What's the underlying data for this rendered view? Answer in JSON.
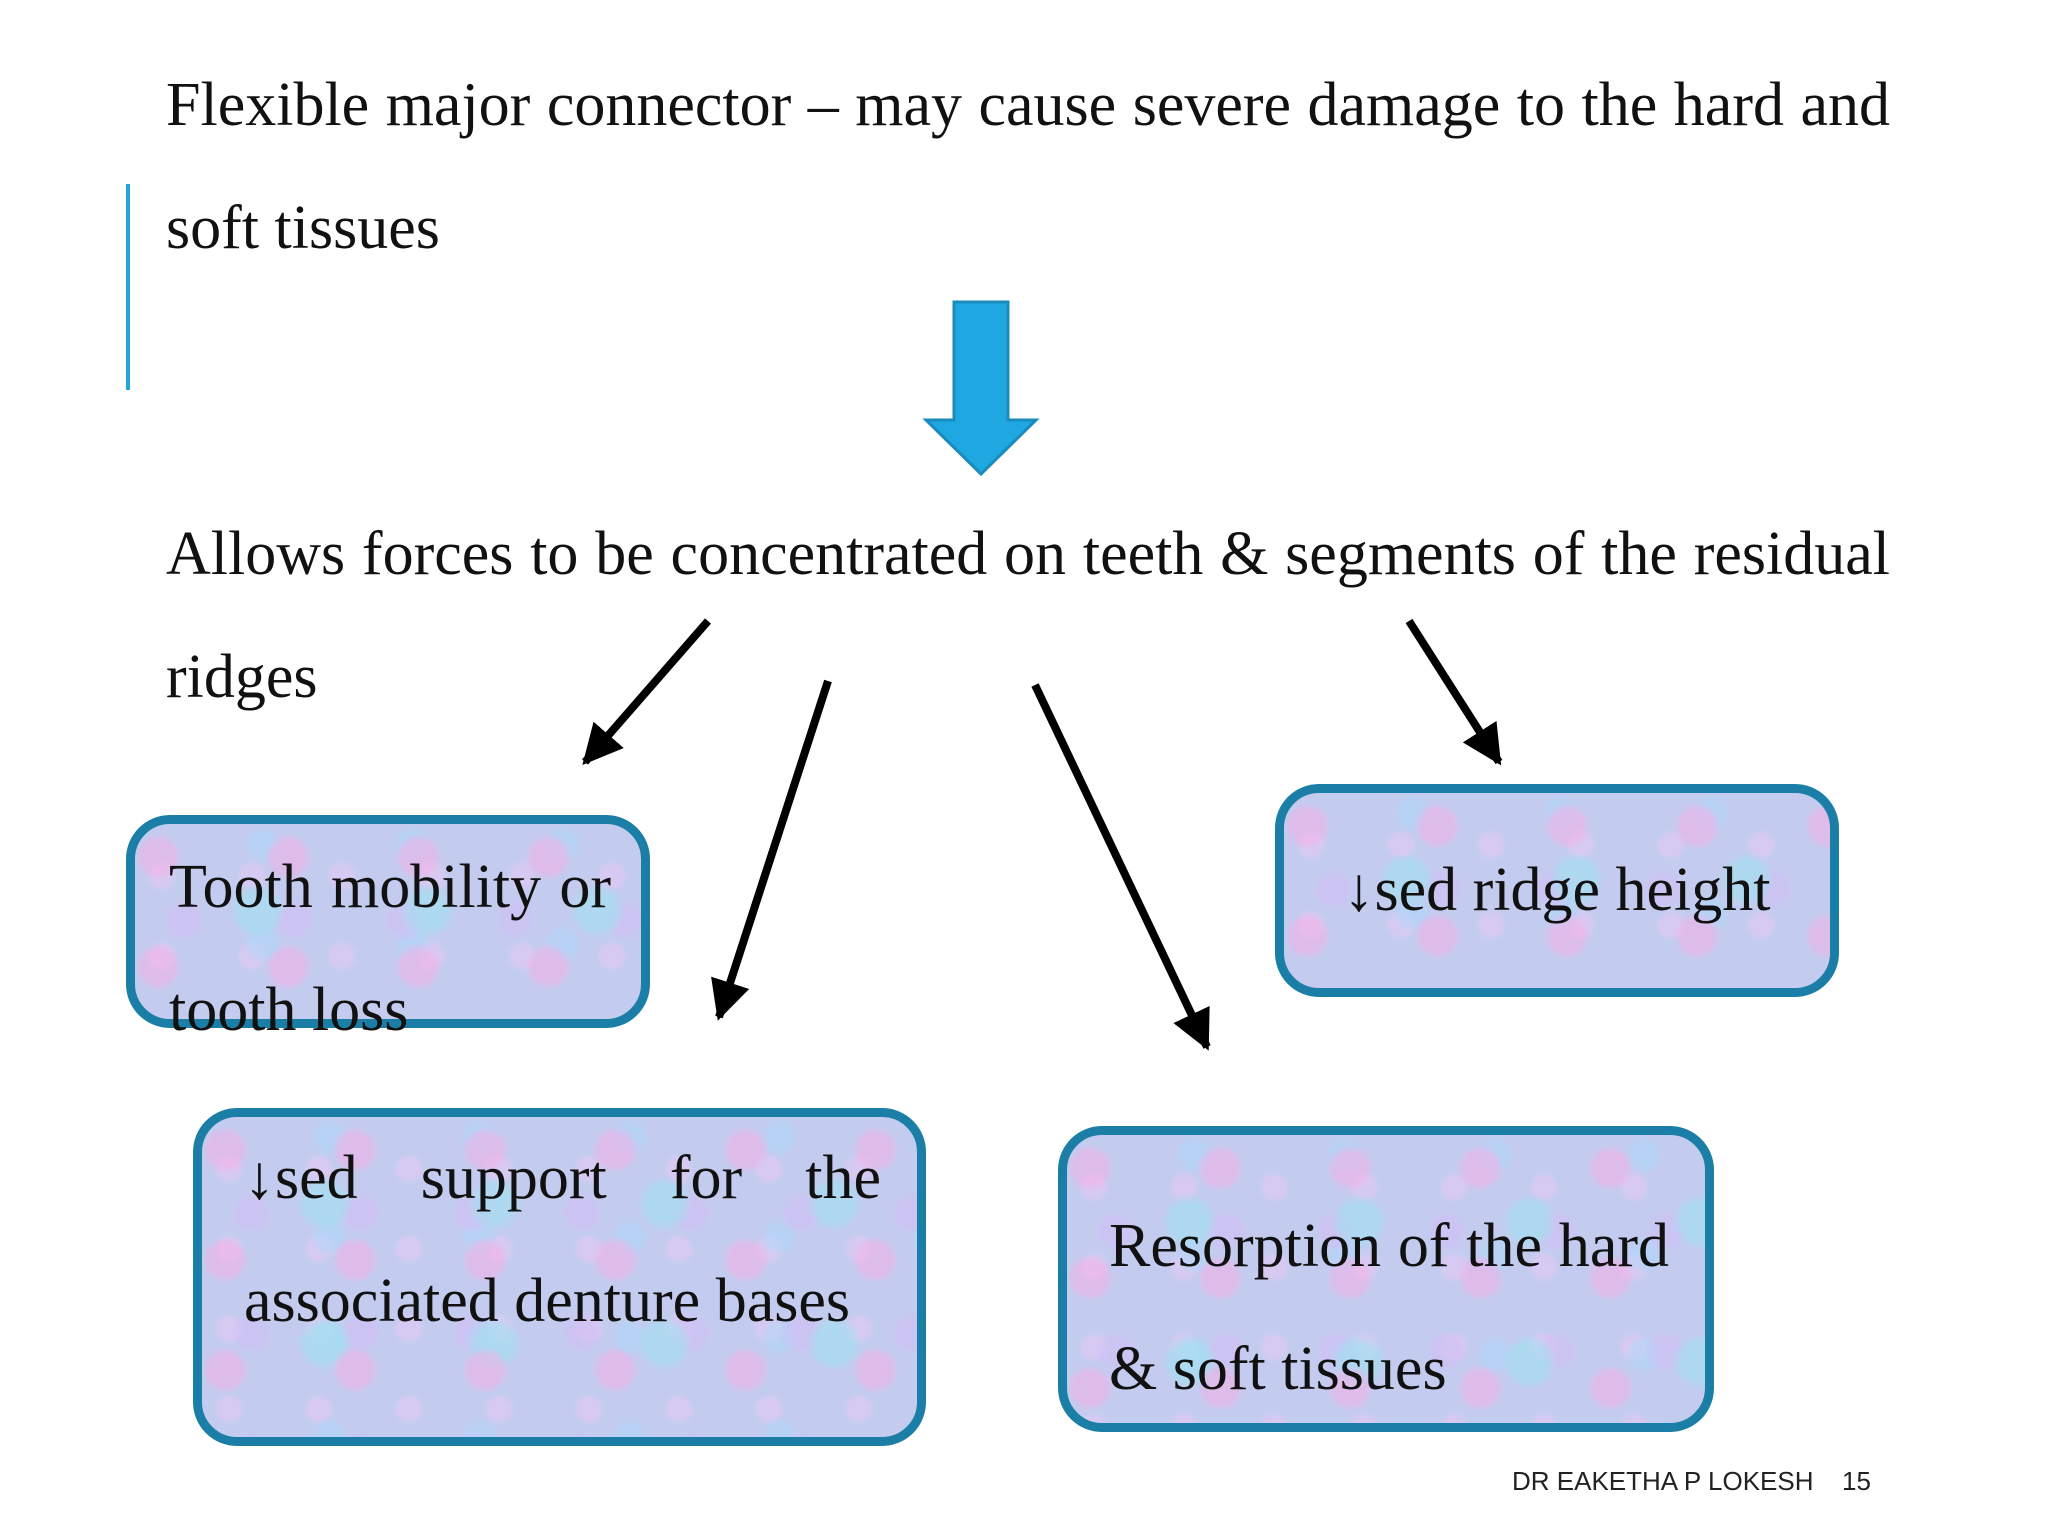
{
  "slide": {
    "statement": "Flexible major connector – may cause severe damage to the hard and soft tissues",
    "consequence": "Allows forces to be concentrated on teeth & segments of the residual ridges"
  },
  "outcomes": {
    "tooth_mobility": "Tooth mobility or tooth loss",
    "decreased_support": "↓sed support for the associated denture bases",
    "resorption": "Resorption of the hard & soft tissues",
    "ridge_height": "↓sed ridge height"
  },
  "colors": {
    "accent": "#27a3d9",
    "box_border": "#1b7ea6",
    "box_fill": "#c3ccef"
  },
  "footer": {
    "author": "DR EAKETHA P LOKESH",
    "page": "15"
  }
}
